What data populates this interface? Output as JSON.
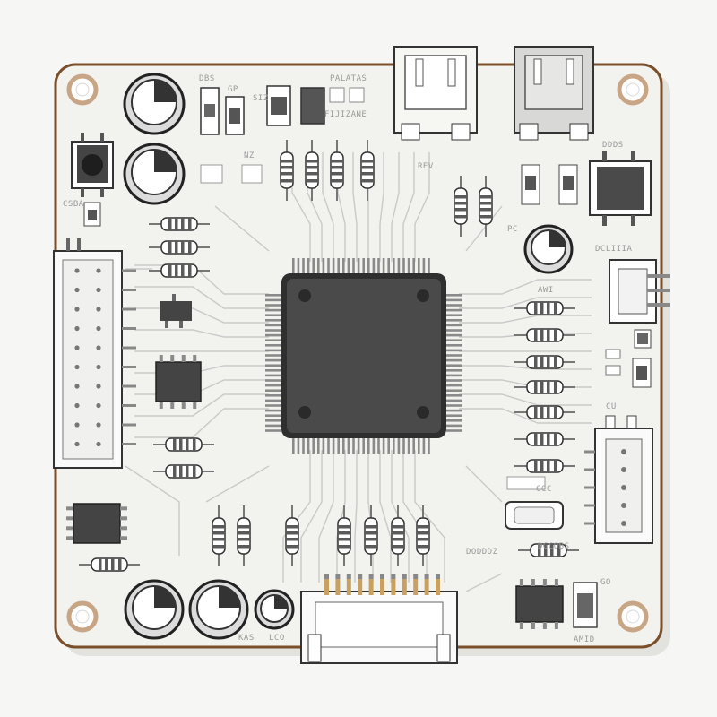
{
  "board": {
    "colors": {
      "board_fill": "#f2f2ef",
      "board_edge": "#7a4f2a",
      "trace": "#c9c9c9",
      "chip_body": "#4a4a4a",
      "pin": "#8a8a8a",
      "mounting_ring": "#c7a585",
      "resistor_band": "#5a5a5a"
    },
    "silkscreen": {
      "top_left_1": "DBS",
      "top_left_2": "GP",
      "top_left_3": "SIZ",
      "top_mid_1": "PALATAS",
      "top_mid_2": "FIJIZANE",
      "mid_label_1": "NZ",
      "mid_label_2": "REV",
      "left_label_1": "CSBA",
      "right_header_1": "DDDS",
      "right_mid_1": "AWI",
      "right_mid_2": "DCLIIIA",
      "right_mid_3": "PC",
      "right_mid_4": "CCC",
      "bottom_mid_1": "DODDDZ",
      "bottom_left_1": "KAS",
      "bottom_left_2": "LCO",
      "bottom_right_1": "AMID",
      "bottom_right_2": "GO",
      "right_lower_1": "CU",
      "right_lower_2": "DGCOBS"
    },
    "icons": {
      "mcu": "qfp-chip-icon",
      "capacitor": "electrolytic-capacitor-icon",
      "resistor": "resistor-icon",
      "button": "tactile-button-icon",
      "usb": "usb-connector-icon",
      "header": "pin-header-icon",
      "crystal": "crystal-oscillator-icon",
      "ic": "soic-ic-icon",
      "hole": "mounting-hole-icon"
    }
  }
}
